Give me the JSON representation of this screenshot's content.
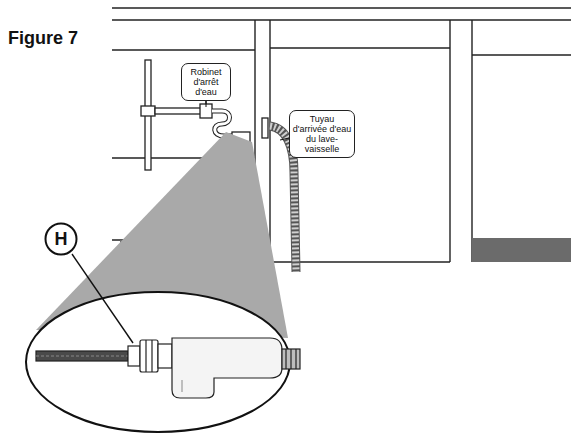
{
  "diagram": {
    "title": "Figure 7",
    "nodes": [
      {
        "text": [
          "Robinet d'arrêt d'eau"
        ]
      },
      {
        "text": [
          "Tuyau d'arrivée d'eau du lave-vaisselle"
        ]
      },
      {
        "text": [
          "H"
        ]
      }
    ]
  }
}
